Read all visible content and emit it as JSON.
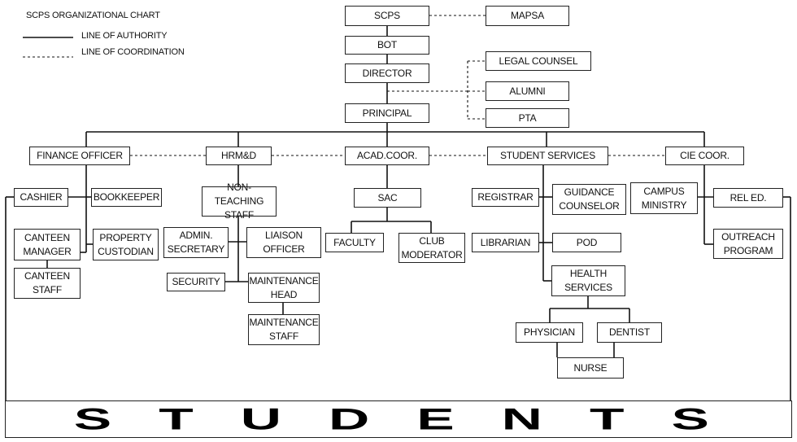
{
  "chart": {
    "title": "SCPS ORGANIZATIONAL CHART",
    "legend": {
      "authority": "LINE OF AUTHORITY",
      "coordination": "LINE OF COORDINATION"
    }
  },
  "nodes": {
    "scps": "SCPS",
    "mapsa": "MAPSA",
    "bot": "BOT",
    "director": "DIRECTOR",
    "legal_counsel": "LEGAL COUNSEL",
    "alumni": "ALUMNI",
    "pta": "PTA",
    "principal": "PRINCIPAL",
    "finance_officer": "FINANCE OFFICER",
    "hrmd": "HRM&D",
    "acad_coor": "ACAD.COOR.",
    "student_services": "STUDENT SERVICES",
    "cie_coor": "CIE COOR.",
    "cashier": "CASHIER",
    "bookkeeper": "BOOKKEEPER",
    "canteen_manager": "CANTEEN\nMANAGER",
    "property_custodian": "PROPERTY\nCUSTODIAN",
    "canteen_staff": "CANTEEN\nSTAFF",
    "non_teaching_staff": "NON-TEACHING\nSTAFF",
    "admin_secretary": "ADMIN.\nSECRETARY",
    "liaison_officer": "LIAISON\nOFFICER",
    "security": "SECURITY",
    "maintenance_head": "MAINTENANCE\nHEAD",
    "maintenance_staff": "MAINTENANCE\nSTAFF",
    "sac": "SAC",
    "faculty": "FACULTY",
    "club_moderator": "CLUB\nMODERATOR",
    "registrar": "REGISTRAR",
    "guidance_counselor": "GUIDANCE\nCOUNSELOR",
    "librarian": "LIBRARIAN",
    "pod": "POD",
    "health_services": "HEALTH\nSERVICES",
    "physician": "PHYSICIAN",
    "dentist": "DENTIST",
    "nurse": "NURSE",
    "campus_ministry": "CAMPUS\nMINISTRY",
    "rel_ed": "REL ED.",
    "outreach_program": "OUTREACH\nPROGRAM"
  },
  "students": "STUDENTS"
}
